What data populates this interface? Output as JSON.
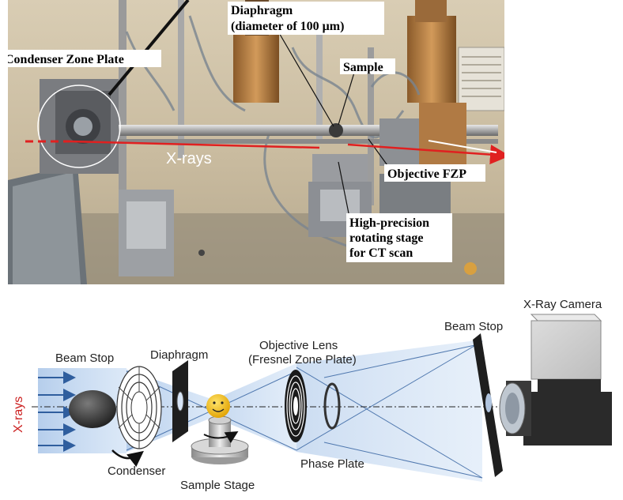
{
  "photo": {
    "labels": {
      "condenser_zone_plate": "Condenser Zone Plate",
      "diaphragm_line1": "Diaphragm",
      "diaphragm_line2": "(diameter of 100 μm)",
      "sample": "Sample",
      "xrays": "X-rays",
      "objective_fzp": "Objective FZP",
      "stage_line1": "High-precision",
      "stage_line2": "rotating stage",
      "stage_line3": "for CT scan"
    }
  },
  "diagram": {
    "labels": {
      "beam_stop_left": "Beam Stop",
      "diaphragm": "Diaphragm",
      "objective_line1": "Objective Lens",
      "objective_line2": "(Fresnel Zone Plate)",
      "beam_stop_right": "Beam Stop",
      "xray_camera": "X-Ray Camera",
      "xrays_vertical": "X-rays",
      "condenser": "Condenser",
      "sample_stage": "Sample Stage",
      "phase_plate": "Phase Plate"
    }
  },
  "colors": {
    "beam_arrow": "#e02020",
    "xray_label": "#cc2222",
    "beam_blue": "#3a6fb5",
    "camera_dark": "#2a2a2a"
  }
}
